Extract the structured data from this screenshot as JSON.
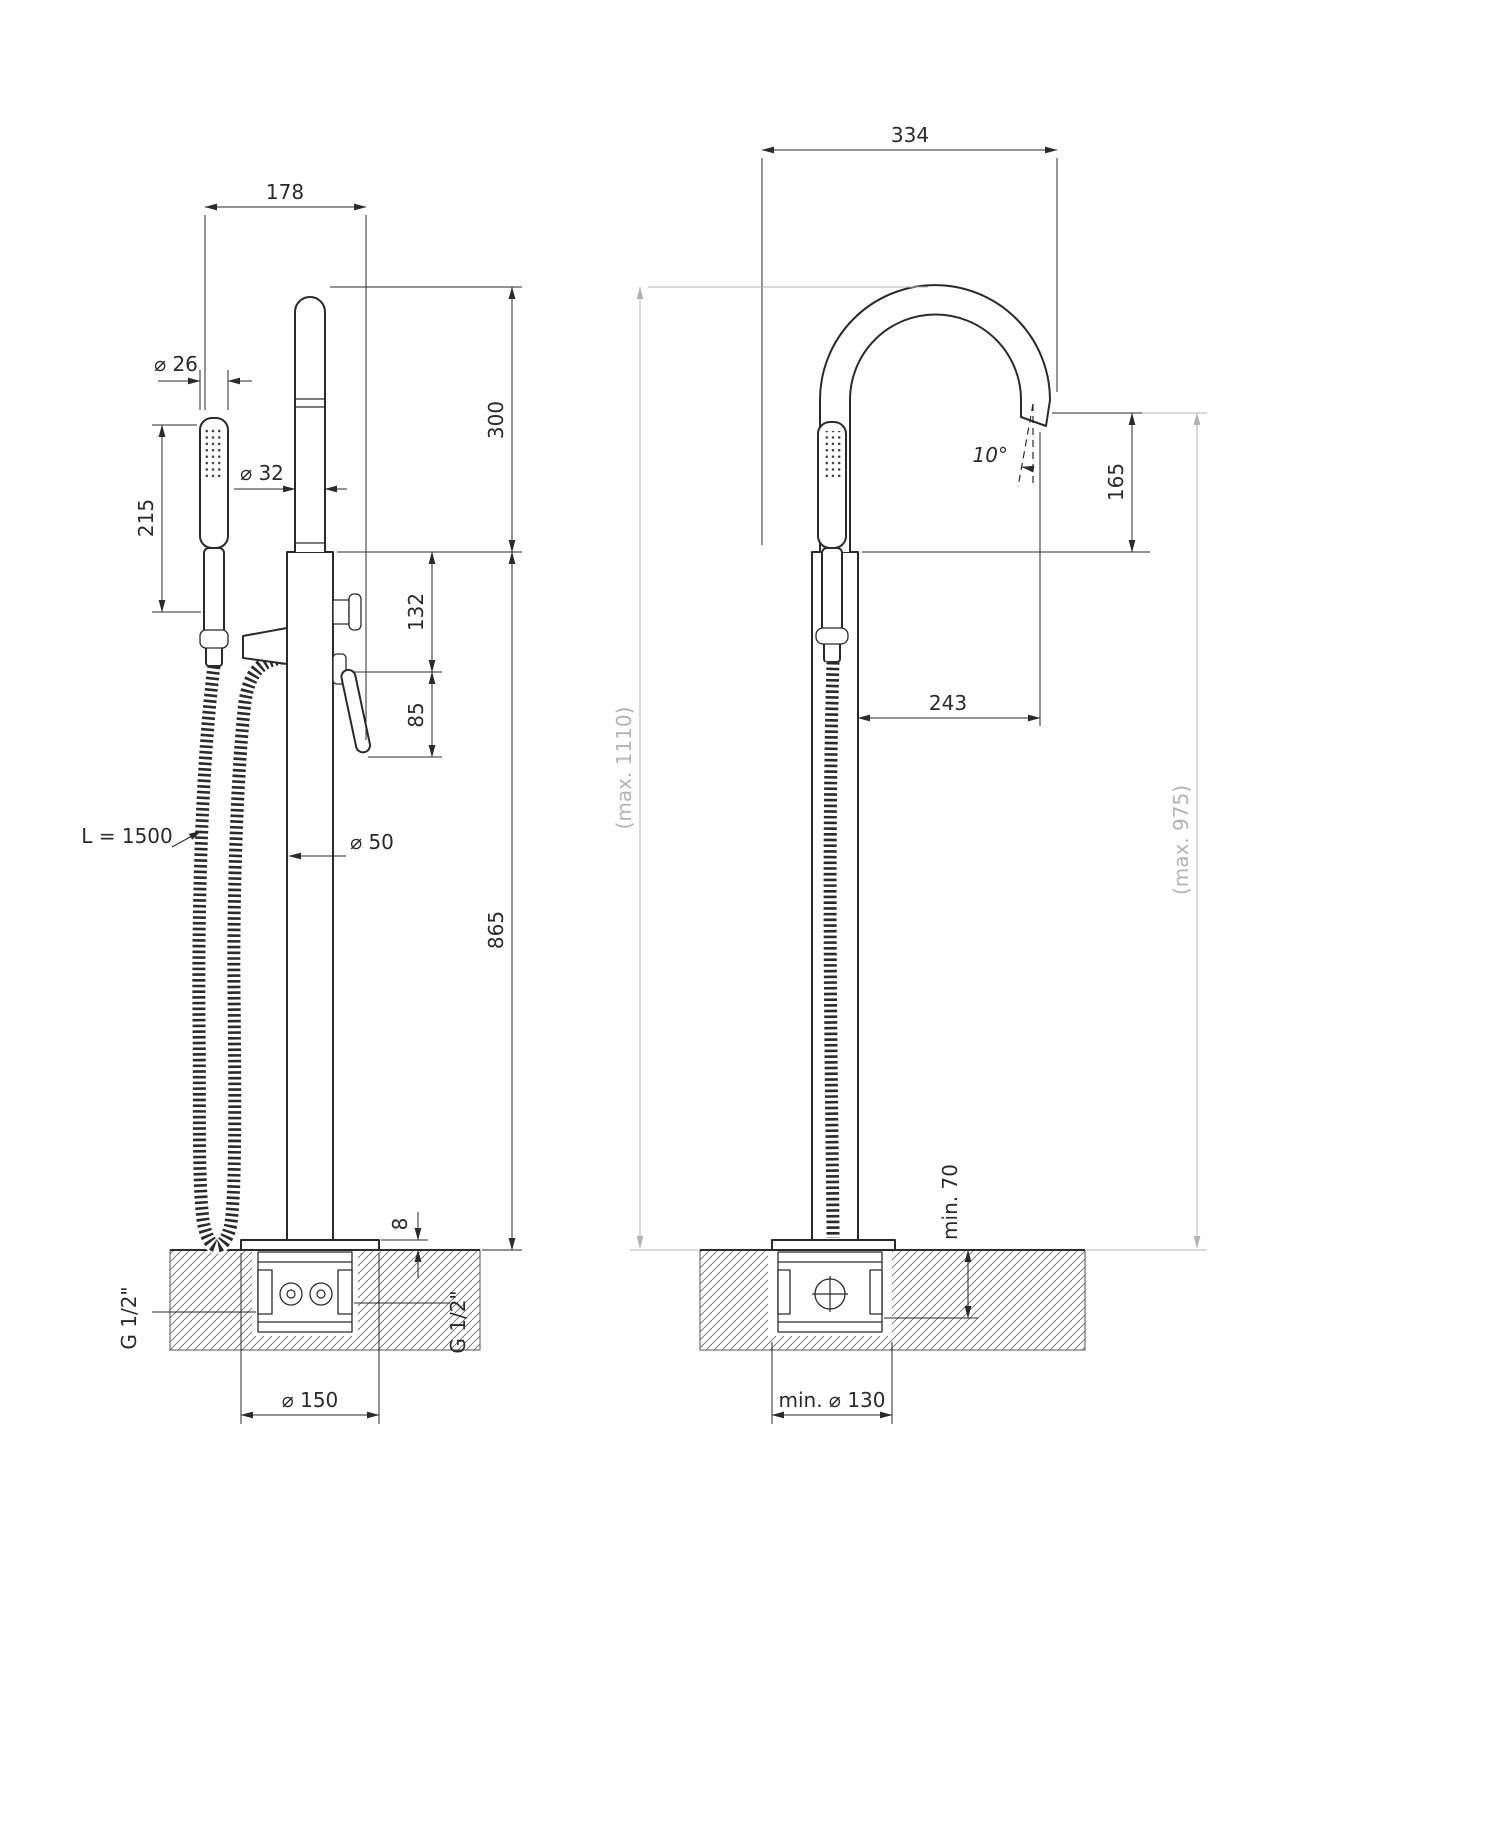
{
  "dims": {
    "front": {
      "w178": "178",
      "d26": "⌀ 26",
      "l215": "215",
      "d32": "⌀ 32",
      "h300": "300",
      "h132": "132",
      "h85": "85",
      "hose": "L = 1500",
      "d50": "⌀ 50",
      "h865": "865",
      "plate8": "8",
      "g_left": "G 1/2\"",
      "d150": "⌀ 150",
      "g_right": "G 1/2\""
    },
    "side": {
      "w334": "334",
      "angle10": "10°",
      "h165": "165",
      "w243": "243",
      "max1110": "(max. 1110)",
      "max975": "(max. 975)",
      "min70": "min. 70",
      "d130": "min. ⌀ 130"
    }
  }
}
